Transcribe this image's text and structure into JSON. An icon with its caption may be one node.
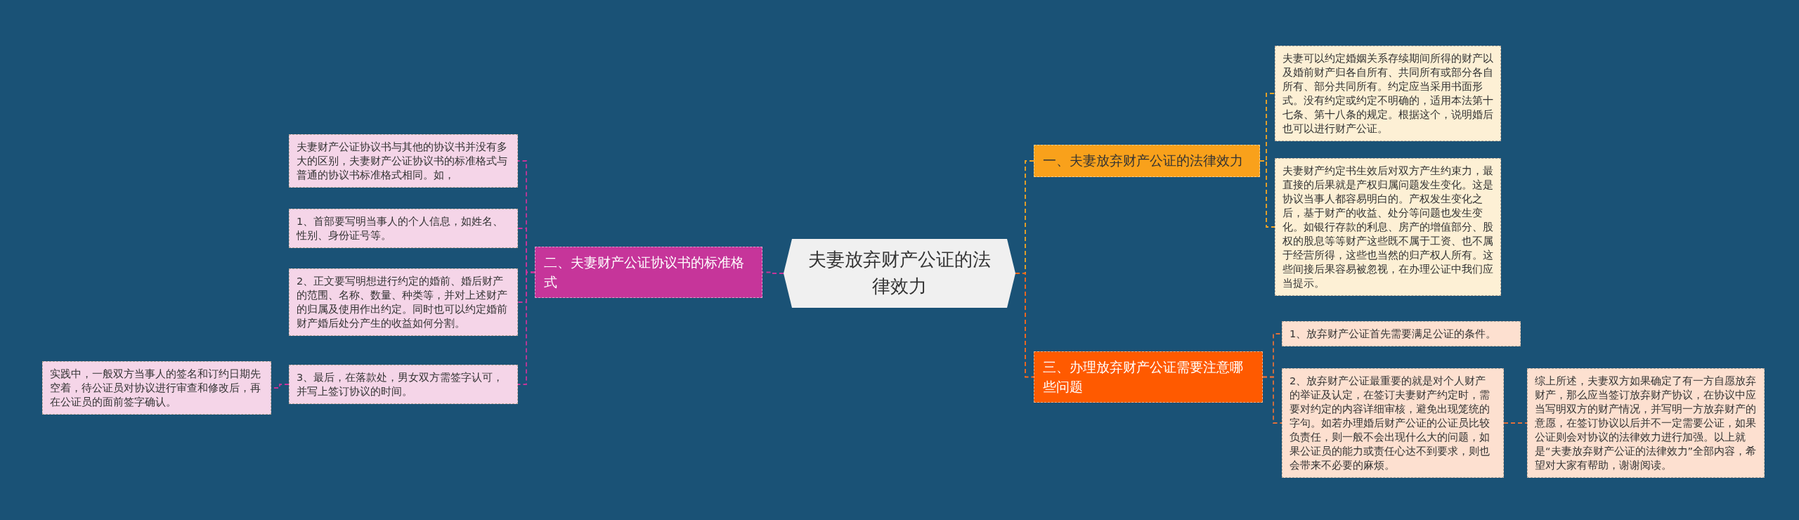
{
  "diagram": {
    "nodes": [
      {
        "text": [
          "夫妻放弃财产公证的法律效力"
        ]
      },
      {
        "text": [
          "一、夫妻放弃财产公证的法律效力"
        ]
      },
      {
        "text": [
          "夫妻可以约定婚姻关系存续期间所得的财产以及婚前财产归各自所有、共同所有或部分各自所有、部分共同所有。约定应当采用书面形式。没有约定或约定不明确的，适用本法第十七条、第十八条的规定。根据这个，说明婚后也可以进行财产公证。"
        ]
      },
      {
        "text": [
          "夫妻财产约定书生效后对双方产生约束力，最直接的后果就是产权归属问题发生变化。这是协议当事人都容易明白的。产权发生变化之后，基于财产的收益、处分等问题也发生变化。如银行存款的利息、房产的增值部分、股权的股息等等财产这些既不属于工资、也不属于经营所得，这些也当然的归产权人所有。这些间接后果容易被忽视，在办理公证中我们应当提示。"
        ]
      },
      {
        "text": [
          "三、办理放弃财产公证需要注意哪些问题"
        ]
      },
      {
        "text": [
          "1、放弃财产公证首先需要满足公证的条件。"
        ]
      },
      {
        "text": [
          "2、放弃财产公证最重要的就是对个人财产的举证及认定，在签订夫妻财产约定时，需要对约定的内容详细审核，避免出现笼统的字句。如若办理婚后财产公证的公证员比较负责任，则一般不会出现什么大的问题，如果公证员的能力或责任心达不到要求，则也会带来不必要的麻烦。"
        ]
      },
      {
        "text": [
          "综上所述，夫妻双方如果确定了有一方自愿放弃财产，那么应当签订放弃财产协议，在协议中应当写明双方的财产情况，并写明一方放弃财产的意愿，在签订协议以后并不一定需要公证，如果公证则会对协议的法律效力进行加强。以上就是“夫妻放弃财产公证的法律效力”全部内容，希望对大家有帮助，谢谢阅读。"
        ]
      },
      {
        "text": [
          "二、夫妻财产公证协议书的标准格式"
        ]
      },
      {
        "text": [
          "夫妻财产公证协议书与其他的协议书并没有多大的区别，夫妻财产公证协议书的标准格式与普通的协议书标准格式相同。如，"
        ]
      },
      {
        "text": [
          "1、首部要写明当事人的个人信息，如姓名、性别、身份证号等。"
        ]
      },
      {
        "text": [
          "2、正文要写明想进行约定的婚前、婚后财产的范围、名称、数量、种类等，并对上述财产的归属及使用作出约定。同时也可以约定婚前财产婚后处分产生的收益如何分割。"
        ]
      },
      {
        "text": [
          "3、最后，在落款处，男女双方需签字认可，并写上签订协议的时间。"
        ]
      },
      {
        "text": [
          "实践中，一般双方当事人的签名和订约日期先空着，待公证员对协议进行审查和修改后，再在公证员的面前签字确认。"
        ]
      }
    ],
    "edges": [
      {
        "from": 0,
        "to": 1,
        "arrow": "none",
        "color": "#f5a623"
      },
      {
        "from": 1,
        "to": 2,
        "arrow": "none",
        "color": "#f5a623"
      },
      {
        "from": 1,
        "to": 3,
        "arrow": "none",
        "color": "#f5a623"
      },
      {
        "from": 0,
        "to": 4,
        "arrow": "none",
        "color": "#ff6a1a"
      },
      {
        "from": 4,
        "to": 5,
        "arrow": "none",
        "color": "#e0703a"
      },
      {
        "from": 4,
        "to": 6,
        "arrow": "none",
        "color": "#e0703a"
      },
      {
        "from": 6,
        "to": 7,
        "arrow": "none",
        "color": "#e0703a"
      },
      {
        "from": 0,
        "to": 8,
        "arrow": "none",
        "color": "#c6359a"
      },
      {
        "from": 8,
        "to": 9,
        "arrow": "none",
        "color": "#c6359a"
      },
      {
        "from": 8,
        "to": 10,
        "arrow": "none",
        "color": "#c6359a"
      },
      {
        "from": 8,
        "to": 11,
        "arrow": "none",
        "color": "#c6359a"
      },
      {
        "from": 8,
        "to": 12,
        "arrow": "none",
        "color": "#c6359a"
      },
      {
        "from": 12,
        "to": 13,
        "arrow": "none",
        "color": "#c6359a"
      }
    ]
  }
}
